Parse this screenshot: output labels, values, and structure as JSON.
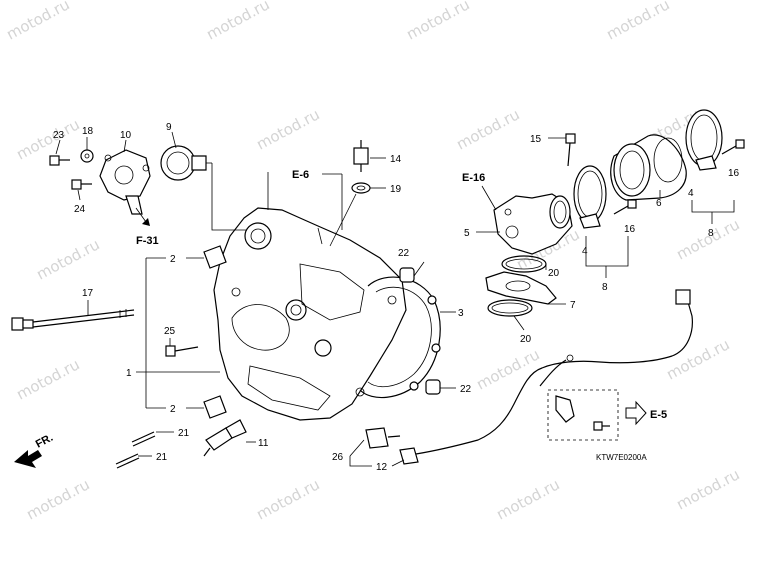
{
  "watermark": "motod.ru",
  "diagram_code": "KTW7E0200A",
  "refs": {
    "e6": "E-6",
    "e16": "E-16",
    "e5": "E-5",
    "f31": "F-31",
    "fr": "FR."
  },
  "callouts": {
    "c1": "1",
    "c2a": "2",
    "c2b": "2",
    "c3": "3",
    "c4a": "4",
    "c4b": "4",
    "c5": "5",
    "c6": "6",
    "c7": "7",
    "c8a": "8",
    "c8b": "8",
    "c9": "9",
    "c10": "10",
    "c11": "11",
    "c12": "12",
    "c14": "14",
    "c15": "15",
    "c16a": "16",
    "c16b": "16",
    "c17": "17",
    "c18": "18",
    "c19": "19",
    "c20a": "20",
    "c20b": "20",
    "c21a": "21",
    "c21b": "21",
    "c22a": "22",
    "c22b": "22",
    "c23": "23",
    "c24": "24",
    "c25": "25",
    "c26": "26"
  }
}
